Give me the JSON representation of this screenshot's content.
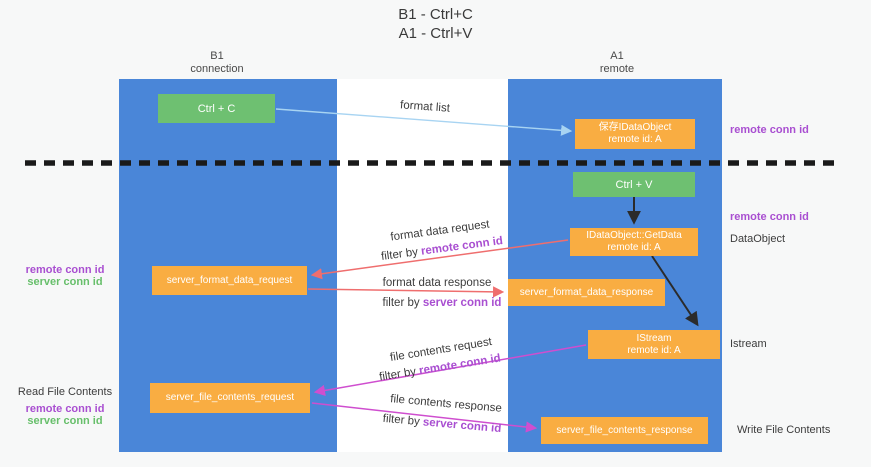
{
  "title": {
    "line1": "B1 - Ctrl+C",
    "line2": "A1 - Ctrl+V"
  },
  "lanes": {
    "left": {
      "id": "B1",
      "role": "connection"
    },
    "right": {
      "id": "A1",
      "role": "remote"
    }
  },
  "boxes": {
    "ctrl_c": {
      "label": "Ctrl + C"
    },
    "ctrl_v": {
      "label": "Ctrl + V"
    },
    "save_idataobject": {
      "line1": "保存IDataObject",
      "line2": "remote id: A"
    },
    "idataobject_getdata": {
      "line1": "IDataObject::GetData",
      "line2": "remote id: A"
    },
    "istream": {
      "line1": "IStream",
      "line2": "remote id: A"
    },
    "server_format_data_request": {
      "label": "server_format_data_request"
    },
    "server_format_data_response": {
      "label": "server_format_data_response"
    },
    "server_file_contents_request": {
      "label": "server_file_contents_request"
    },
    "server_file_contents_response": {
      "label": "server_file_contents_response"
    }
  },
  "arrow_labels": {
    "format_list": "format list",
    "format_data_request": "format data request",
    "format_data_response": "format data response",
    "file_contents_request": "file contents request",
    "file_contents_response": "file contents response",
    "filter_by": "filter by ",
    "remote_conn_id": "remote conn id",
    "server_conn_id": "server conn id"
  },
  "side_labels": {
    "remote_conn_id": "remote conn id",
    "server_conn_id": "server conn id",
    "dataobject": "DataObject",
    "istream": "Istream",
    "read_file_contents": "Read File Contents",
    "write_file_contents": "Write File Contents"
  },
  "colors": {
    "bg": "#f7f8f8",
    "column_blue": "#4a86d8",
    "box_green": "#6ec071",
    "box_orange": "#f9ad42",
    "purple_label": "#a94fd1",
    "green_label": "#67bf6b",
    "arrow_blue": "#a8d4f2",
    "arrow_red": "#ef6e6e",
    "arrow_magenta": "#cf4ecf",
    "arrow_black": "#2b2b2b",
    "dashed_line": "#1a1a1a"
  }
}
